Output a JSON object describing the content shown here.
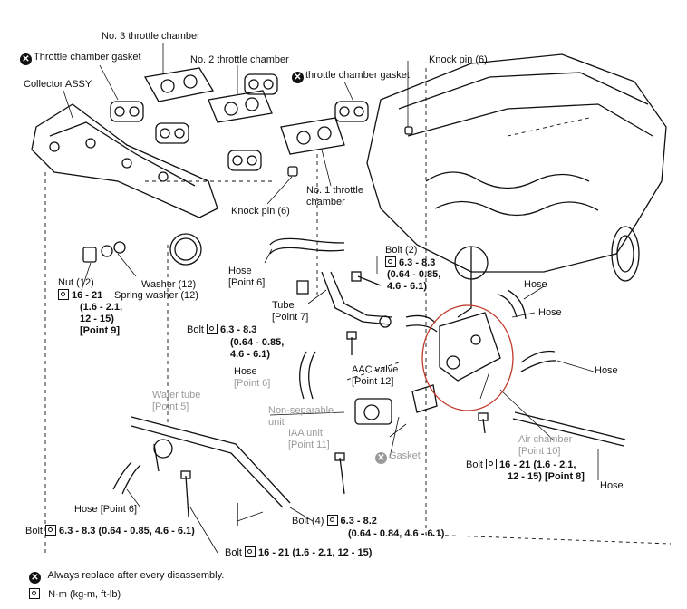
{
  "diagram": {
    "labels": {
      "no3_throttle_chamber": "No. 3 throttle chamber",
      "throttle_chamber_gasket_left": "Throttle chamber gasket",
      "no2_throttle_chamber": "No. 2 throttle chamber",
      "throttle_chamber_gasket_right": "throttle chamber gasket",
      "knock_pin_top": "Knock pin (6)",
      "collector_assy": "Collector ASSY",
      "no1_throttle_chamber_1": "No. 1 throttle",
      "no1_throttle_chamber_2": "chamber",
      "knock_pin_mid": "Knock pin (6)",
      "bolt2": "Bolt (2)",
      "bolt2_torque_1": "6.3 - 8.3",
      "bolt2_torque_2": "(0.64 - 0.85,",
      "bolt2_torque_3": "4.6 - 6.1)",
      "hose_point6_top_1": "Hose",
      "hose_point6_top_2": "[Point 6]",
      "nut": "Nut (12)",
      "nut_torque_1": "16 - 21",
      "nut_torque_2": "(1.6 - 2.1,",
      "nut_torque_3": "12 - 15)",
      "nut_torque_4": "[Point 9]",
      "washer": "Washer (12)",
      "spring_washer": "Spring washer (12)",
      "tube_1": "Tube",
      "tube_2": "[Point 7]",
      "hose_right_top": "Hose",
      "hose_right_mid": "Hose",
      "hose_right_lower": "Hose",
      "hose_bottom_right": "Hose",
      "bolt_mid_prefix": "Bolt",
      "bolt_mid_torque_1": "6.3 - 8.3",
      "bolt_mid_torque_2": "(0.64 - 0.85,",
      "bolt_mid_torque_3": "4.6 - 6.1)",
      "aac_valve_1": "AAC valve",
      "aac_valve_2": "[Point 12]",
      "hose_point6_mid_1": "Hose",
      "hose_point6_mid_2": "[Point 6]",
      "water_tube_1": "Water tube",
      "water_tube_2": "[Point 5]",
      "non_separable_1": "Non-separable",
      "non_separable_2": "unit",
      "iaa_unit_1": "IAA unit",
      "iaa_unit_2": "[Point 11]",
      "gasket": "Gasket",
      "air_chamber_1": "Air chamber",
      "air_chamber_2": "[Point 10]",
      "bolt_right_prefix": "Bolt",
      "bolt_right_torque_1": "16 - 21 (1.6 - 2.1,",
      "bolt_right_torque_2": "12 - 15) [Point 8]",
      "hose_point6_bottom": "Hose [Point 6]",
      "bolt_left_prefix": "Bolt",
      "bolt_left_torque": "6.3 - 8.3 (0.64 - 0.85, 4.6 - 6.1)",
      "bolt4_prefix": "Bolt (4)",
      "bolt4_torque_1": "6.3 - 8.2",
      "bolt4_torque_2": "(0.64 - 0.84, 4.6 - 6.1)",
      "bolt_bottom_prefix": "Bolt",
      "bolt_bottom_torque": "16 - 21 (1.6 - 2.1, 12 - 15)"
    },
    "legend": {
      "replace": ": Always replace after every disassembly.",
      "torque": ": N·m (kg-m, ft-lb)"
    },
    "icons": [
      "replace-x-icon",
      "wrench-torque-icon"
    ],
    "highlight_color": "#c0392b"
  }
}
